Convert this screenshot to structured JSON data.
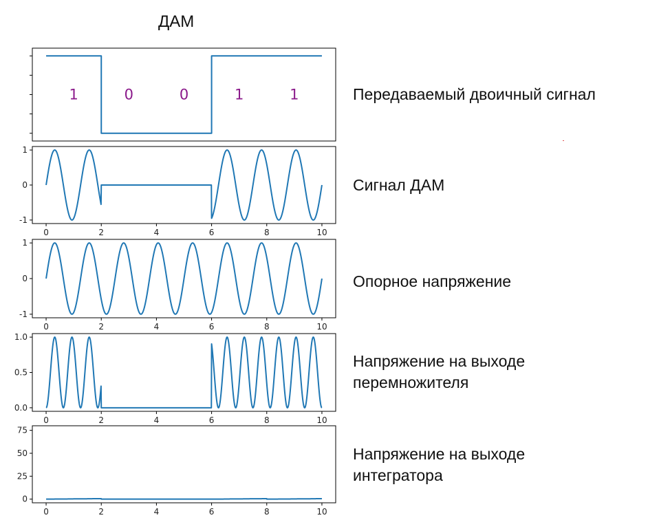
{
  "page": {
    "title": "ДАМ",
    "captions": [
      "Передаваемый двоичный сигнал",
      "Сигнал ДАМ",
      "Опорное напряжение",
      "Напряжение на выходе перемножителя",
      "Напряжение на выходе интегратора"
    ]
  },
  "colors": {
    "line": "#1f77b4",
    "bits": "#8b1a8b",
    "axes": "#000000"
  },
  "chart_data": [
    {
      "type": "line",
      "x": [
        0,
        2,
        2,
        6,
        6,
        10
      ],
      "y": [
        1,
        1,
        0,
        0,
        1,
        1
      ],
      "xlim": [
        -0.5,
        10.5
      ],
      "ylim": [
        -0.1,
        1.1
      ],
      "xticks": [],
      "yticks": [],
      "annotations": [
        {
          "text": "1",
          "x": 1
        },
        {
          "text": "0",
          "x": 3
        },
        {
          "text": "0",
          "x": 5
        },
        {
          "text": "1",
          "x": 7
        },
        {
          "text": "1",
          "x": 9
        }
      ]
    },
    {
      "type": "line",
      "function": "sin(2*pi*f*t) where bit=1, 0 where bit=0",
      "frequency": 0.8,
      "x_range": [
        0,
        10
      ],
      "xlim": [
        -0.5,
        10.5
      ],
      "ylim": [
        -1.1,
        1.1
      ],
      "xticks": [
        0,
        2,
        4,
        6,
        8,
        10
      ],
      "yticks": [
        -1,
        0,
        1
      ]
    },
    {
      "type": "line",
      "function": "sin(2*pi*f*t)",
      "frequency": 0.8,
      "x_range": [
        0,
        10
      ],
      "xlim": [
        -0.5,
        10.5
      ],
      "ylim": [
        -1.1,
        1.1
      ],
      "xticks": [
        0,
        2,
        4,
        6,
        8,
        10
      ],
      "yticks": [
        -1,
        0,
        1
      ]
    },
    {
      "type": "line",
      "function": "product of ДАМ signal and reference",
      "frequency": 0.8,
      "x_range": [
        0,
        10
      ],
      "xlim": [
        -0.5,
        10.5
      ],
      "ylim": [
        -0.05,
        1.05
      ],
      "xticks": [
        0,
        2,
        4,
        6,
        8,
        10
      ],
      "yticks": [
        0.0,
        0.5,
        1.0
      ]
    },
    {
      "type": "line",
      "function": "running integral of multiplier output, reset at t = 2, 6, 8",
      "frequency": 0.8,
      "x_range": [
        0,
        10
      ],
      "xlim": [
        -0.5,
        10.5
      ],
      "ylim": [
        -4,
        80
      ],
      "xticks": [
        0,
        2,
        4,
        6,
        8,
        10
      ],
      "yticks": [
        0,
        25,
        50,
        75
      ]
    }
  ]
}
